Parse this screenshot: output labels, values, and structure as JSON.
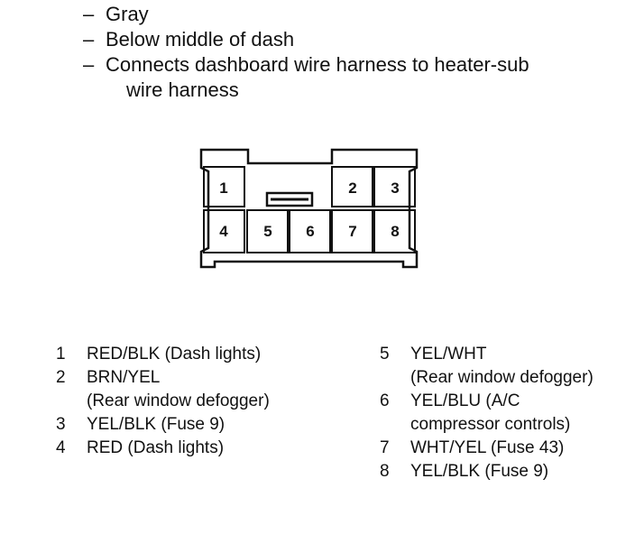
{
  "header": {
    "items": [
      {
        "dash": "–",
        "text": "Gray"
      },
      {
        "dash": "–",
        "text": "Below middle of dash"
      },
      {
        "dash": "–",
        "text": "Connects dashboard wire harness to heater-sub"
      }
    ],
    "continuation": "wire harness"
  },
  "connector": {
    "pins": [
      "1",
      "2",
      "3",
      "4",
      "5",
      "6",
      "7",
      "8"
    ]
  },
  "legend": {
    "left": [
      {
        "num": "1",
        "lines": [
          "RED/BLK (Dash lights)"
        ]
      },
      {
        "num": "2",
        "lines": [
          "BRN/YEL",
          "(Rear window defogger)"
        ]
      },
      {
        "num": "3",
        "lines": [
          "YEL/BLK (Fuse 9)"
        ]
      },
      {
        "num": "4",
        "lines": [
          "RED (Dash lights)"
        ]
      }
    ],
    "right": [
      {
        "num": "5",
        "lines": [
          "YEL/WHT",
          "(Rear window defogger)"
        ]
      },
      {
        "num": "6",
        "lines": [
          "YEL/BLU (A/C",
          "compressor controls)"
        ]
      },
      {
        "num": "7",
        "lines": [
          "WHT/YEL (Fuse 43)"
        ]
      },
      {
        "num": "8",
        "lines": [
          "YEL/BLK (Fuse 9)"
        ]
      }
    ]
  }
}
